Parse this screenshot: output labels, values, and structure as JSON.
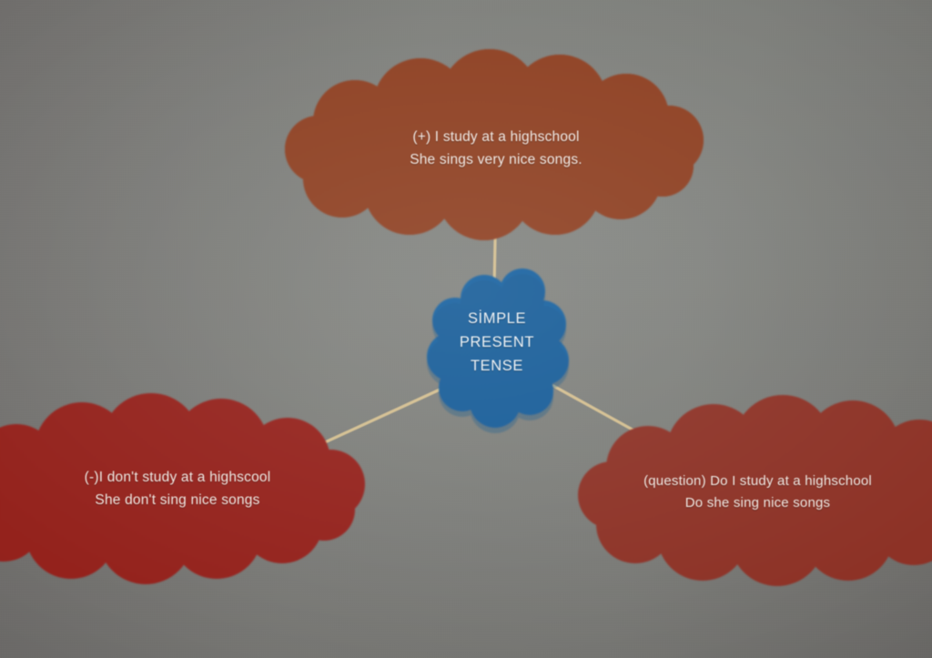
{
  "poster": {
    "medium": "printed-mind-map-photo",
    "background_color": "#b0aeac"
  },
  "center_node": {
    "name": "simple-present-tense",
    "color": "#15619f",
    "lines": [
      "SİMPLE",
      "PRESENT",
      "TENSE"
    ]
  },
  "branches": [
    {
      "id": "affirmative",
      "marker": "(+)",
      "color": "#8e3f22",
      "position": "top",
      "lines": [
        "(+) I study at a highschool",
        "She sings very nice songs."
      ]
    },
    {
      "id": "negative",
      "marker": "(-)",
      "color": "#94201f",
      "position": "bottom-left",
      "lines": [
        "(-)I don't study at a highscool",
        "She don't sing nice songs"
      ]
    },
    {
      "id": "question",
      "marker": "(question)",
      "color": "#8d3026",
      "position": "bottom-right",
      "lines": [
        "(question) Do I study at a highschool",
        "Do she sing nice songs"
      ]
    }
  ],
  "connectors": {
    "color": "#d8c291",
    "count": 3
  }
}
